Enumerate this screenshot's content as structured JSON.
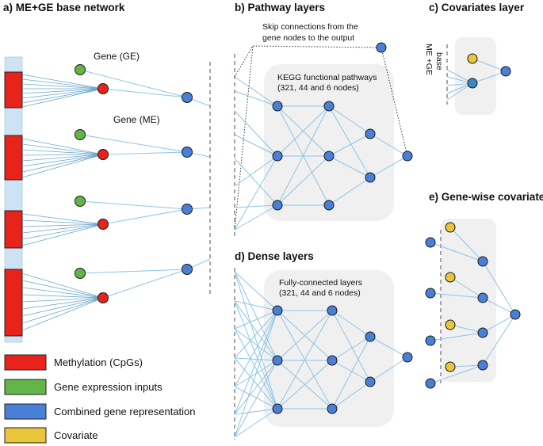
{
  "headings": {
    "a": "a)  ME+GE base network",
    "b": "b)  Pathway layers",
    "c": "c)  Covariates layer",
    "d": "d)  Dense layers",
    "e": "e)  Gene-wise covariates"
  },
  "labels": {
    "gene_ge": "Gene (GE)",
    "gene_me": "Gene (ME)",
    "skip_line1": "Skip connections from the",
    "skip_line2": "gene nodes to the output",
    "kegg_line1": "KEGG functional pathways",
    "kegg_line2": "(321, 44 and 6 nodes)",
    "fc_line1": "Fully-connected layers",
    "fc_line2": "(321, 44 and 6 nodes)",
    "me_ge_base_line1": "ME +GE",
    "me_ge_base_line2": "base"
  },
  "legend": [
    {
      "label": "Methylation (CpGs)",
      "color": "#e8231c"
    },
    {
      "label": "Gene expression inputs",
      "color": "#62b548"
    },
    {
      "label": "Combined gene representation",
      "color": "#4a7fd8"
    },
    {
      "label": "Covariate",
      "color": "#e8c53a"
    }
  ],
  "colors": {
    "methylation": "#e8231c",
    "expression": "#62b548",
    "combined": "#4a7fd8",
    "covariate": "#e8c53a",
    "edge": "#8ec5e6",
    "strip": "#cde3f3"
  }
}
